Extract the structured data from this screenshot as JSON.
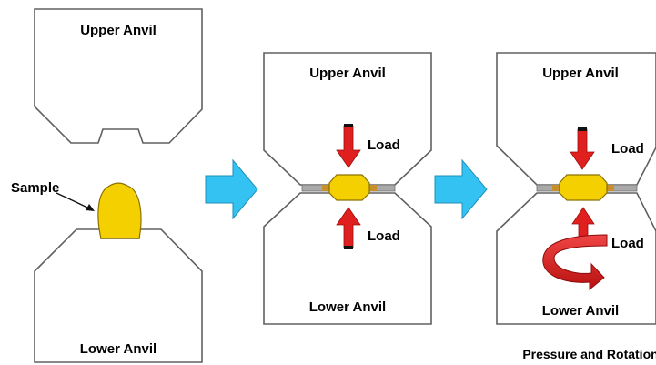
{
  "labels": {
    "upper_anvil": "Upper Anvil",
    "lower_anvil": "Lower Anvil",
    "sample": "Sample",
    "load": "Load",
    "caption": "Pressure and Rotation"
  },
  "colors": {
    "sample_fill": "#F5D000",
    "sample_stroke": "#8A7000",
    "flow_arrow": "#33C2F2",
    "load_arrow": "#E0201E",
    "anvil_outline": "#606060",
    "gasket": "#A9A9A9",
    "gasket_hot": "#C8902A"
  },
  "icons": {
    "flow": "right-arrow-icon",
    "load_down": "down-arrow-icon",
    "load_up": "up-arrow-icon",
    "rotation": "curved-rotation-arrow-icon"
  }
}
